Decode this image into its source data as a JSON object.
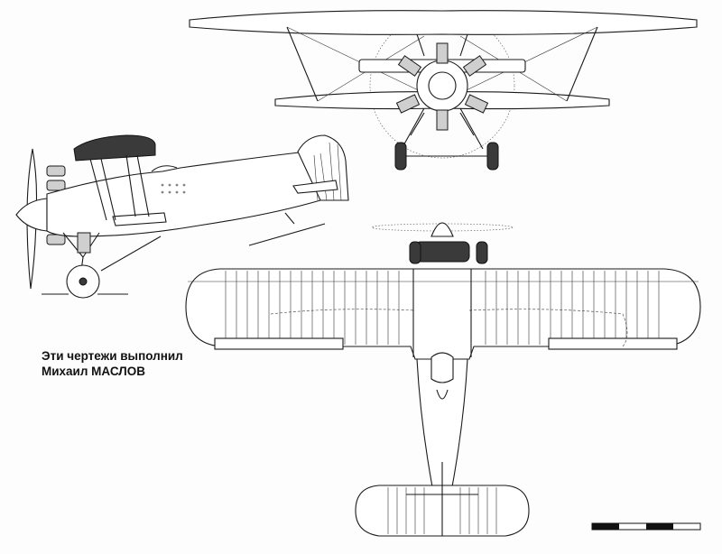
{
  "caption": {
    "line1": "Эти чертежи выполнил",
    "line2": "Михаил МАСЛОВ"
  },
  "views": [
    "side-view",
    "front-view",
    "top-view"
  ],
  "scale_bar": {
    "segments": 4
  }
}
